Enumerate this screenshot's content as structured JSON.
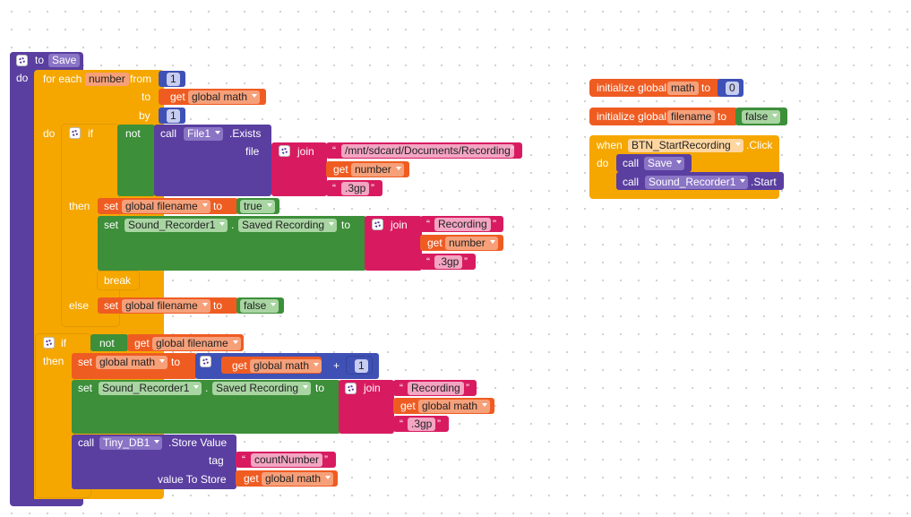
{
  "procedure": {
    "to_label": "to",
    "name": "Save",
    "do_label": "do"
  },
  "foreach": {
    "label": "for each",
    "var": "number",
    "from_label": "from",
    "from_value": "1",
    "to_label": "to",
    "to_get": "get",
    "to_var": "global math",
    "by_label": "by",
    "by_value": "1",
    "do_label": "do"
  },
  "if1": {
    "if_label": "if",
    "not_label": "not",
    "call_label": "call",
    "component": "File1",
    "method": ".Exists",
    "file_label": "file",
    "join_label": "join",
    "path_text": "/mnt/sdcard/Documents/Recording",
    "get_label": "get",
    "get_var": "number",
    "ext_text": ".3gp",
    "then_label": "then",
    "set_label": "set",
    "set_var": "global filename",
    "to_label": "to",
    "true_value": "true",
    "set2_label": "set",
    "set2_component": "Sound_Recorder1",
    "dot": ".",
    "set2_property": "Saved Recording",
    "set2_to": "to",
    "join2_label": "join",
    "rec_text": "Recording",
    "get2_label": "get",
    "get2_var": "number",
    "ext2_text": ".3gp",
    "break_label": "break",
    "else_label": "else",
    "else_set": "set",
    "else_var": "global filename",
    "else_to": "to",
    "false_value": "false"
  },
  "if2": {
    "if_label": "if",
    "then_label": "then",
    "not_label": "not",
    "get_label": "get",
    "get_var": "global filename",
    "set_label": "set",
    "set_var": "global math",
    "to_label": "to",
    "add_get": "get",
    "add_var": "global math",
    "plus": "+",
    "add_value": "1",
    "set2_label": "set",
    "set2_component": "Sound_Recorder1",
    "dot": ".",
    "set2_property": "Saved Recording",
    "set2_to": "to",
    "join_label": "join",
    "rec_text": "Recording",
    "get2_label": "get",
    "get2_var": "global math",
    "ext_text": ".3gp",
    "call_label": "call",
    "db_component": "Tiny_DB1",
    "db_method": ".Store Value",
    "tag_label": "tag",
    "tag_text": "countNumber",
    "value_label": "value To Store",
    "value_get": "get",
    "value_var": "global math"
  },
  "init_math": {
    "label": "initialize global",
    "name": "math",
    "to_label": "to",
    "value": "0"
  },
  "init_filename": {
    "label": "initialize global",
    "name": "filename",
    "to_label": "to",
    "value": "false"
  },
  "when": {
    "when_label": "when",
    "component": "BTN_StartRecording",
    "event": ".Click",
    "do_label": "do",
    "call1_label": "call",
    "call1_name": "Save",
    "call2_label": "call",
    "call2_component": "Sound_Recorder1",
    "call2_method": ".Start"
  },
  "colors": {
    "procedure": "#5a3fa0",
    "control": "#f5a700",
    "math": "#3f51b5",
    "logic": "#3d8f3a",
    "variables": "#ef5c22",
    "text": "#d81b60"
  }
}
